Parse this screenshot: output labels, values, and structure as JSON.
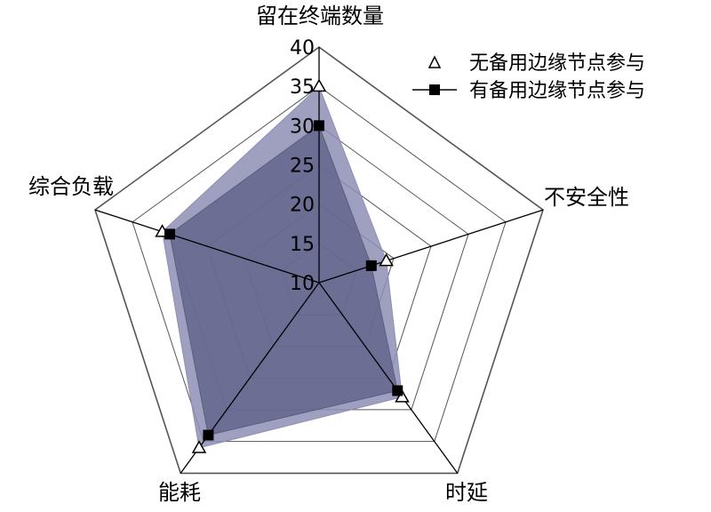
{
  "chart_data": {
    "type": "radar",
    "axes": [
      "留在终端数量",
      "不安全性",
      "时延",
      "能耗",
      "综合负载"
    ],
    "r_ticks": [
      "10",
      "15",
      "20",
      "25",
      "30",
      "35",
      "40"
    ],
    "r_range": [
      10,
      40
    ],
    "grid": true,
    "legend_position": "top-right",
    "series": [
      {
        "name": "无备用边缘节点参与",
        "marker": "triangle-open",
        "values": [
          35,
          19,
          28,
          36,
          31
        ],
        "fill_color": "#8e8fb5"
      },
      {
        "name": "有备用边缘节点参与",
        "marker": "square-filled",
        "values": [
          30,
          17,
          27,
          34,
          30
        ],
        "fill_color": "#5c5d86"
      }
    ],
    "colors": {
      "grid": "#555555",
      "spoke": "#000000",
      "marker": "#000000"
    }
  }
}
